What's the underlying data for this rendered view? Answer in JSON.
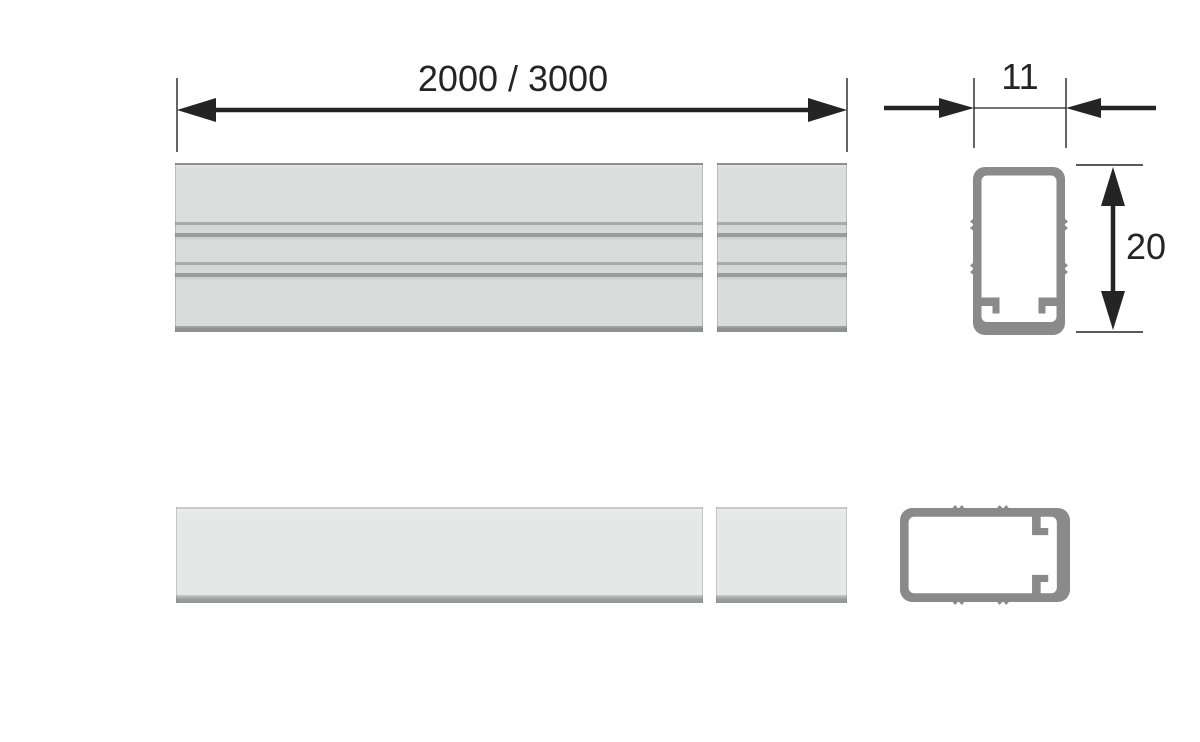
{
  "drawing": {
    "labels": {
      "length": "2000 / 3000",
      "width": "11",
      "height": "20"
    },
    "colors": {
      "profile_outline": "#8a8a8a",
      "bar_fill": "#dcdddd",
      "bar_fill_light": "#e6e7e7",
      "dimension_ink": "#242424",
      "background": "#ffffff"
    }
  }
}
